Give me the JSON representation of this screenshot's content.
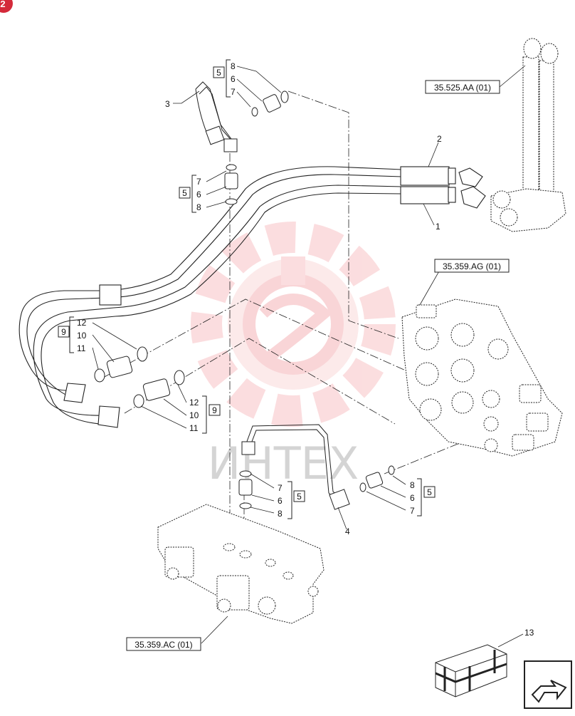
{
  "corner_badge": "2",
  "watermark": "ИНТЕХ",
  "references": {
    "r1": "35.525.AA (01)",
    "r2": "35.359.AG (01)",
    "r3": "35.359.AC (01)"
  },
  "callouts": {
    "c1": "1",
    "c2": "2",
    "c3": "3",
    "c4": "4",
    "c13": "13"
  },
  "kits": {
    "k1": {
      "box": "5",
      "items": [
        "8",
        "6",
        "7"
      ]
    },
    "k2": {
      "box": "5",
      "items": [
        "7",
        "6",
        "8"
      ]
    },
    "k3": {
      "box": "9",
      "items": [
        "12",
        "10",
        "11"
      ]
    },
    "k4": {
      "box": "9",
      "items": [
        "12",
        "10",
        "11"
      ]
    },
    "k5": {
      "box": "5",
      "items": [
        "7",
        "6",
        "8"
      ]
    },
    "k6": {
      "box": "5",
      "items": [
        "8",
        "6",
        "7"
      ]
    }
  }
}
